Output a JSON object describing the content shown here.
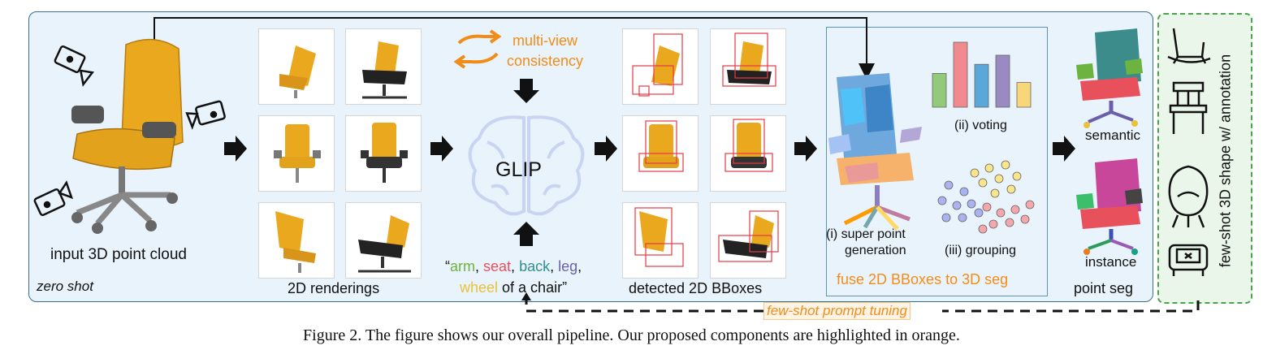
{
  "labels": {
    "input": "input 3D point cloud",
    "zero_shot": "zero shot",
    "renderings": "2D renderings",
    "multi_view": "multi-view",
    "consistency": "consistency",
    "glip": "GLIP",
    "detected": "detected 2D BBoxes",
    "voting": "(ii) voting",
    "super_point_1": "(i) super point",
    "super_point_2": "generation",
    "grouping": "(iii) grouping",
    "fuse": "fuse 2D BBoxes to 3D seg",
    "semantic": "semantic",
    "instance": "instance",
    "point_seg": "point seg",
    "few_shot_prompt": "few-shot prompt tuning",
    "few_shot_shape": "few-shot 3D shape w/ annotation"
  },
  "prompt": {
    "open_quote": "“",
    "arm": "arm",
    "sep1": ", ",
    "seat": "seat",
    "sep2": ", ",
    "back": "back",
    "sep3": ", ",
    "leg": "leg",
    "sep4": ",",
    "wheel": "wheel",
    "tail": " of a chair”"
  },
  "caption": "Figure 2. The figure shows our overall pipeline. Our proposed components are highlighted in orange.",
  "colors": {
    "orange": "#f28c18",
    "arm": "#6db33f",
    "seat": "#e8505b",
    "back": "#2f8f8f",
    "leg": "#6a5fa8",
    "wheel": "#e7c23b",
    "panel_border": "#3b6c90",
    "panel_fill": "#e9f3fb",
    "few_shot_green": "#4aa24a"
  },
  "voting_bars": [
    {
      "color": "#93c97a",
      "value": 0.52
    },
    {
      "color": "#f08a8f",
      "value": 1.0
    },
    {
      "color": "#5aa7d9",
      "value": 0.66
    },
    {
      "color": "#9a8ac2",
      "value": 0.8
    },
    {
      "color": "#f7d77a",
      "value": 0.38
    }
  ],
  "icons": [
    "camera-icon",
    "rocking-chair-icon",
    "chair-icon",
    "egg-chair-icon",
    "armchair-icon",
    "brain-icon",
    "cycle-arrows-icon"
  ]
}
